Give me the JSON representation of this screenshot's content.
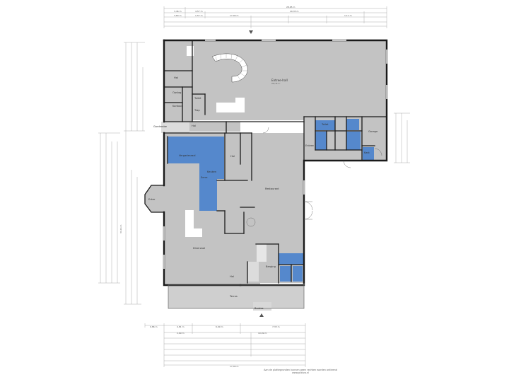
{
  "rooms": {
    "entrance_hall": {
      "label": "Entree-hall",
      "area": "284,38 m²"
    },
    "garderobe": {
      "label": "Garderobe"
    },
    "dinerzaal": {
      "label": "Dinerzaal"
    },
    "restaurant": {
      "label": "Restaurant"
    },
    "serre": {
      "label": "Serre"
    },
    "erker": {
      "label": "Erker"
    },
    "keuken": {
      "label": "Keuken"
    },
    "trap": {
      "label": "Trap"
    },
    "vergaderzaal": {
      "label": "Vergaderzaal"
    },
    "terras": {
      "label": "Terras"
    },
    "bordes": {
      "label": "Bordes"
    },
    "hal_1": {
      "label": "Hal"
    },
    "hal_2": {
      "label": "Hal"
    },
    "hal_3": {
      "label": "Hal"
    },
    "hal_4": {
      "label": "Hal"
    },
    "opslag": {
      "label": "Opslag"
    },
    "kantoor": {
      "label": "Kantoor"
    },
    "toilet_1": {
      "label": "Toilet"
    },
    "toilet_2": {
      "label": "Toilet"
    },
    "kast": {
      "label": "Kast"
    },
    "berging": {
      "label": "Berging"
    },
    "garage": {
      "label": "Garage"
    },
    "entree": {
      "label": "Entree"
    }
  },
  "dimensions": {
    "top_total": "28,65 m",
    "top_row2": [
      "3,46 m",
      "4,57 m",
      "20,35 m"
    ],
    "top_row3": [
      "3,60 m",
      "1,57 m",
      "17,46 m",
      "1,11 m"
    ],
    "bottom_row1": [
      "0,86 m",
      "4,81 m",
      "6,99 m",
      "7,33 m"
    ],
    "bottom_row2": [
      "2,69 m",
      "10,09 m"
    ],
    "bottom_total": "17,46 m",
    "left_total": "34,16 m"
  },
  "disclaimer": {
    "line1": "Aan de plattegronden kunnen geen rechten worden ontleend",
    "line2": "www.pixiuw.nl"
  },
  "colors": {
    "room_fill": "#c3c3c3",
    "blue_fill": "#5588cc",
    "wall": "#1a1a1a"
  }
}
